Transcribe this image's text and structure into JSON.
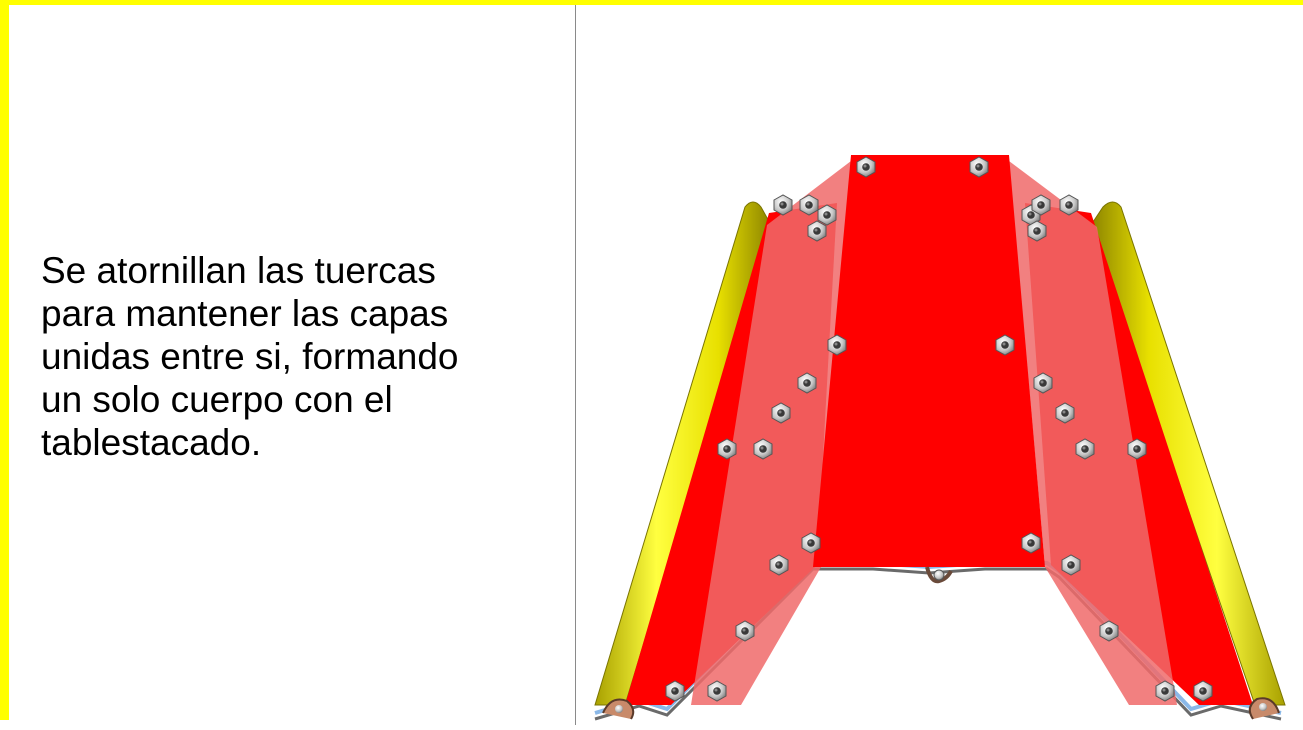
{
  "slide": {
    "text_lines": [
      "Se atornillan las tuercas",
      "para mantener las capas",
      "unidas entre si, formando",
      "un solo cuerpo con el",
      "tablestacado."
    ]
  },
  "figure": {
    "icon": "sheet-pile-bolted-plates-illustration",
    "colors": {
      "frame": "#ffff00",
      "plate": "#ff0000",
      "edge": "#f2ee00",
      "nut": "#d8d8d8"
    }
  }
}
